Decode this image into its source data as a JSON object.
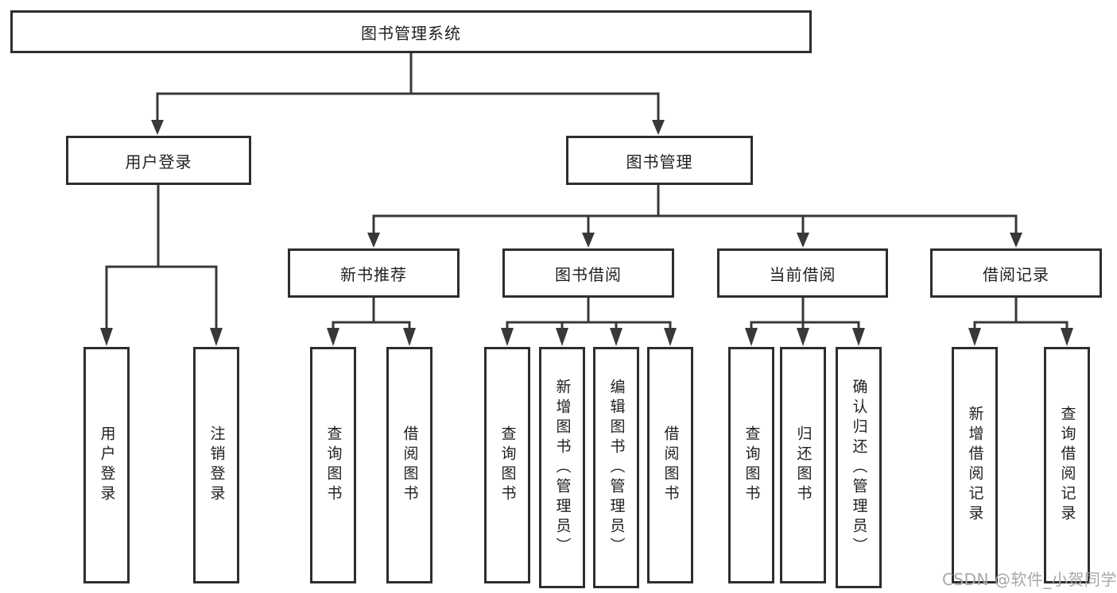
{
  "title": {
    "label": "图书管理系统"
  },
  "nodes": {
    "user_login": {
      "label": "用户登录"
    },
    "book_mgmt": {
      "label": "图书管理"
    },
    "new_books": {
      "label": "新书推荐"
    },
    "book_borrow": {
      "label": "图书借阅"
    },
    "current_borrow": {
      "label": "当前借阅"
    },
    "borrow_records": {
      "label": "借阅记录"
    }
  },
  "leaves": {
    "user_login": [
      {
        "label": "用户登录"
      },
      {
        "label": "注销登录"
      }
    ],
    "new_books": [
      {
        "label": "查询图书"
      },
      {
        "label": "借阅图书"
      }
    ],
    "book_borrow": [
      {
        "label": "查询图书"
      },
      {
        "label": "新增图书（管理员）"
      },
      {
        "label": "编辑图书（管理员）"
      },
      {
        "label": "借阅图书"
      }
    ],
    "current_borrow": [
      {
        "label": "查询图书"
      },
      {
        "label": "归还图书"
      },
      {
        "label": "确认归还（管理员）"
      }
    ],
    "borrow_records": [
      {
        "label": "新增借阅记录"
      },
      {
        "label": "查询借阅记录"
      }
    ]
  },
  "watermark": {
    "text": "CSDN @软件_小贺同学"
  },
  "colors": {
    "line": "#383838",
    "box_border": "#2e2e2e",
    "text": "#1f1f1f",
    "watermark": "#a8a8a8",
    "background": "#ffffff"
  }
}
